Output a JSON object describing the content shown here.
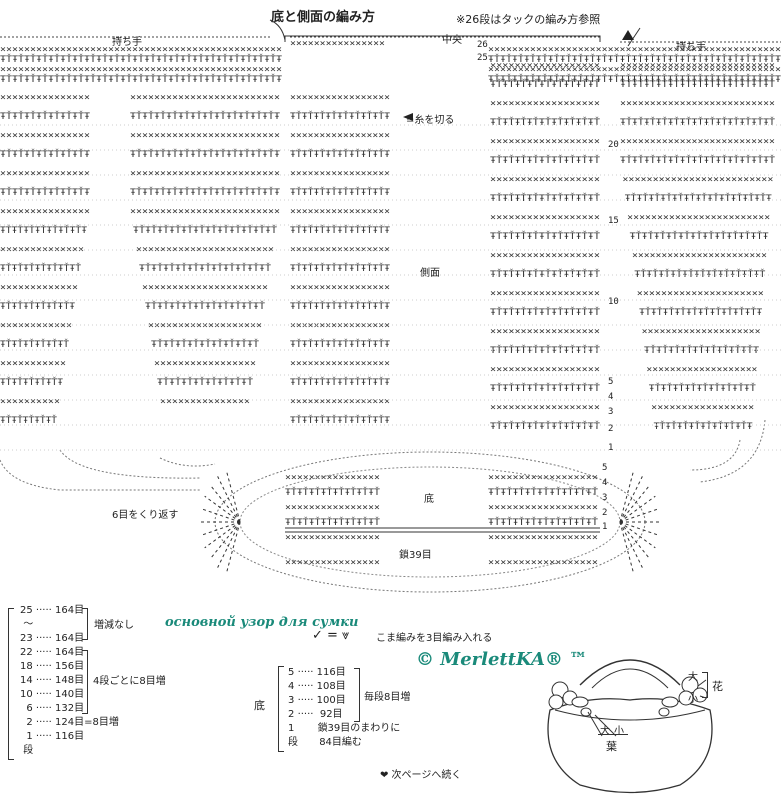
{
  "diagram": {
    "title": "底と側面の編み方",
    "note": "※26段はタックの編み方参照",
    "handle_left": "持ち手",
    "handle_right": "持ち手",
    "center": "中央",
    "cut_yarn": "=糸を切る",
    "side_label": "側面",
    "bottom_label": "底",
    "chain_label": "鎖39目",
    "repeat_label": "6目をくり返す",
    "row_numbers": [
      "26",
      "25",
      "20",
      "15",
      "10",
      "5",
      "4",
      "3",
      "2",
      "1",
      "5",
      "4",
      "3",
      "2",
      "1"
    ],
    "stitch_patterns": {
      "sc": "×××××××××××××××××××××××××××××××××××××××××××××××××××××××××××××",
      "dc": "ŦŤŦŤŦŤŦŤŦŤŦŤŦŤŦŤŦŤŦŤŦŤŦŤŦŤŦŤŦŤŦŤŦŤŦŤŦŤŦŤŦŤŦŤŦŤŦŤŦŤŦŤŦŤŦŤ"
    }
  },
  "side_table": {
    "rows": [
      {
        "row": "25",
        "dots": "·····",
        "count": "164目"
      },
      {
        "row": "〜",
        "dots": "",
        "count": ""
      },
      {
        "row": "23",
        "dots": "·····",
        "count": "164目"
      },
      {
        "row": "22",
        "dots": "·····",
        "count": "164目"
      },
      {
        "row": "18",
        "dots": "·····",
        "count": "156目"
      },
      {
        "row": "14",
        "dots": "·····",
        "count": "148目"
      },
      {
        "row": "10",
        "dots": "·····",
        "count": "140目"
      },
      {
        "row": "6",
        "dots": "·····",
        "count": "132目"
      },
      {
        "row": "2",
        "dots": "·····",
        "count": "124目=8目増"
      },
      {
        "row": "1",
        "dots": "·····",
        "count": "116目"
      },
      {
        "row": "段",
        "dots": "",
        "count": ""
      }
    ],
    "note_no_change": "増減なし",
    "note_every4": "4段ごとに8目増"
  },
  "bottom_table": {
    "label": "底",
    "rows": [
      {
        "row": "5",
        "dots": "·····",
        "count": "116目"
      },
      {
        "row": "4",
        "dots": "·····",
        "count": "108目"
      },
      {
        "row": "3",
        "dots": "·····",
        "count": "100目"
      },
      {
        "row": "2",
        "dots": "·····",
        "count": "92目"
      },
      {
        "row": "1",
        "dots": "",
        "count": "鎖39目のまわりに"
      },
      {
        "row": "段",
        "dots": "",
        "count": "84目編む"
      }
    ],
    "note_increase": "毎段8目増"
  },
  "legend": {
    "symbol": "✓ = ⩔",
    "text": "こま編みを3目編み入れる"
  },
  "caption_ru": "основной узор для сумки",
  "copyright": "© MerlettKA® ™",
  "bag": {
    "flower": "花",
    "large": "大",
    "small": "小",
    "leaf": "葉",
    "leaf_large": "大",
    "leaf_small": "小"
  },
  "continue": "❤ 次ページへ続く"
}
